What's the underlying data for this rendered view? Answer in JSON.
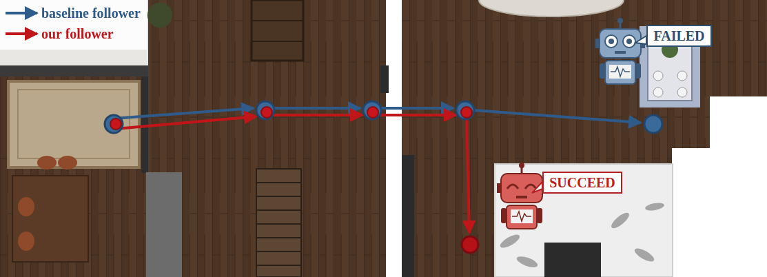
{
  "diagram": {
    "nodes": [
      {
        "text": [
          "FAILED"
        ]
      },
      {
        "text": [
          "SUCCEED"
        ]
      }
    ],
    "legend": [
      {
        "text": "baseline follower"
      },
      {
        "text": "our follower"
      }
    ]
  }
}
